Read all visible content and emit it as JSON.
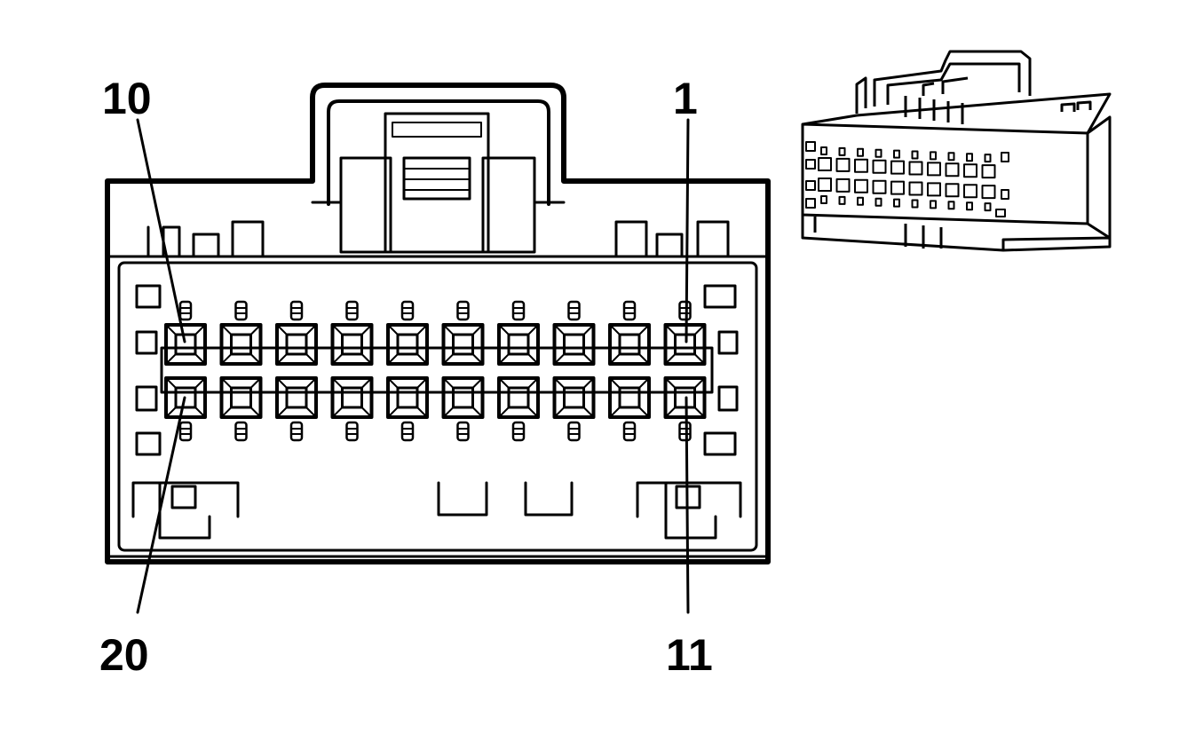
{
  "diagram": {
    "pin_labels": {
      "top_left": "10",
      "top_right": "1",
      "bottom_left": "20",
      "bottom_right": "11"
    },
    "pin_rows": 2,
    "pins_per_row": 10,
    "line_color": "#000000",
    "background_color": "#ffffff"
  }
}
